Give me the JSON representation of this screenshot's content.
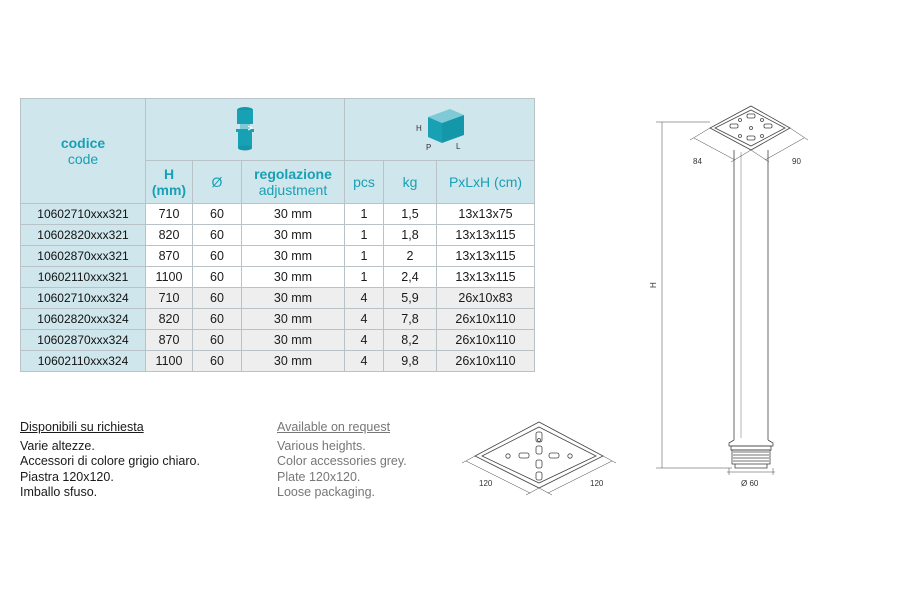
{
  "table": {
    "header_code_it": "codice",
    "header_code_en": "code",
    "box_labels": {
      "h": "H",
      "p": "P",
      "l": "L"
    },
    "col_h": "H",
    "col_h_unit": "(mm)",
    "col_diam": "Ø",
    "col_reg_it": "regolazione",
    "col_reg_en": "adjustment",
    "col_pcs": "pcs",
    "col_kg": "kg",
    "col_dims": "PxLxH (cm)",
    "rows": [
      [
        "10602710xxx321",
        "710",
        "60",
        "30 mm",
        "1",
        "1,5",
        "13x13x75"
      ],
      [
        "10602820xxx321",
        "820",
        "60",
        "30 mm",
        "1",
        "1,8",
        "13x13x115"
      ],
      [
        "10602870xxx321",
        "870",
        "60",
        "30 mm",
        "1",
        "2",
        "13x13x115"
      ],
      [
        "10602110xxx321",
        "1100",
        "60",
        "30 mm",
        "1",
        "2,4",
        "13x13x115"
      ],
      [
        "10602710xxx324",
        "710",
        "60",
        "30 mm",
        "4",
        "5,9",
        "26x10x83"
      ],
      [
        "10602820xxx324",
        "820",
        "60",
        "30 mm",
        "4",
        "7,8",
        "26x10x110"
      ],
      [
        "10602870xxx324",
        "870",
        "60",
        "30 mm",
        "4",
        "8,2",
        "26x10x110"
      ],
      [
        "10602110xxx324",
        "1100",
        "60",
        "30 mm",
        "4",
        "9,8",
        "26x10x110"
      ]
    ]
  },
  "notes_it": {
    "title": "Disponibili su richiesta",
    "lines": [
      "Varie altezze.",
      "Accessori di colore grigio chiaro.",
      "Piastra 120x120.",
      "Imballo sfuso."
    ]
  },
  "notes_en": {
    "title": "Available on request",
    "lines": [
      "Various heights.",
      "Color accessories grey.",
      "Plate 120x120.",
      "Loose packaging."
    ]
  },
  "plate_drawing": {
    "dim_left": "120",
    "dim_right": "120"
  },
  "leg_drawing": {
    "dim_left": "84",
    "dim_right": "90",
    "dim_height": "H",
    "dim_diameter": "Ø 60"
  },
  "colors": {
    "accent": "#18a0b4",
    "header_bg": "#cfe6ec",
    "shade_bg": "#eeeeee"
  }
}
